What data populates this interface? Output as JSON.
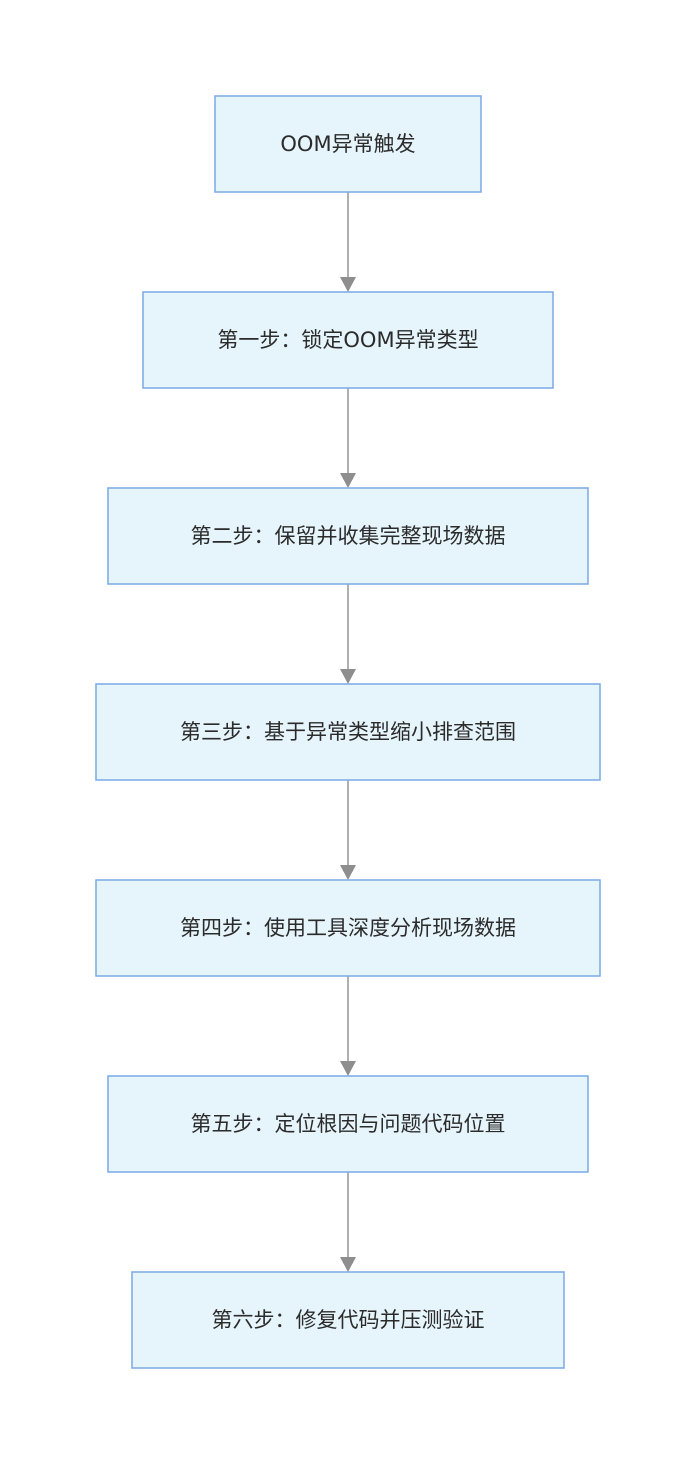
{
  "colors": {
    "node_fill": "#e6f4fb",
    "node_border": "#82aee6",
    "arrow": "#8e8e8e",
    "text": "#2b2b2b"
  },
  "flow": {
    "nodes": [
      {
        "id": "start",
        "label": "OOM异常触发"
      },
      {
        "id": "step1",
        "label": "第一步：锁定OOM异常类型"
      },
      {
        "id": "step2",
        "label": "第二步：保留并收集完整现场数据"
      },
      {
        "id": "step3",
        "label": "第三步：基于异常类型缩小排查范围"
      },
      {
        "id": "step4",
        "label": "第四步：使用工具深度分析现场数据"
      },
      {
        "id": "step5",
        "label": "第五步：定位根因与问题代码位置"
      },
      {
        "id": "step6",
        "label": "第六步：修复代码并压测验证"
      }
    ],
    "edges": [
      {
        "from": "start",
        "to": "step1"
      },
      {
        "from": "step1",
        "to": "step2"
      },
      {
        "from": "step2",
        "to": "step3"
      },
      {
        "from": "step3",
        "to": "step4"
      },
      {
        "from": "step4",
        "to": "step5"
      },
      {
        "from": "step5",
        "to": "step6"
      }
    ]
  }
}
